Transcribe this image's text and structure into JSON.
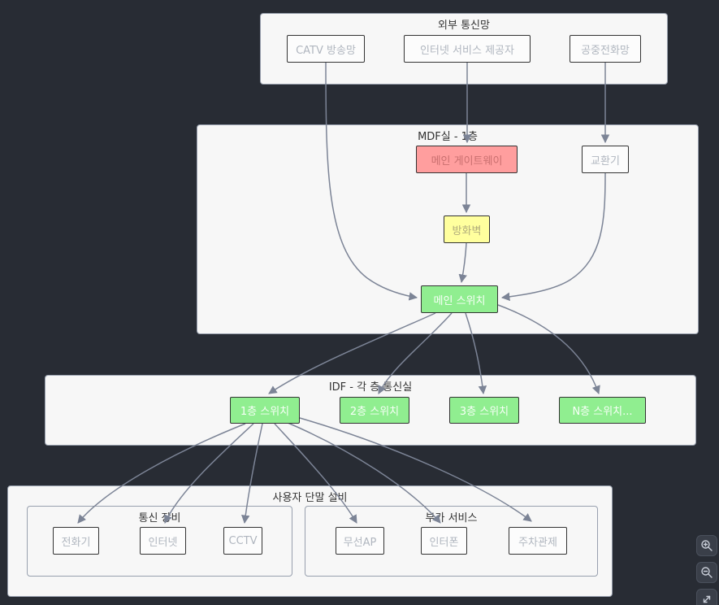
{
  "diagram": {
    "clusters": {
      "external": {
        "title": "외부 통신망"
      },
      "mdf": {
        "title": "MDF실 - 1층"
      },
      "idf": {
        "title": "IDF - 각 층 통신실"
      },
      "user": {
        "title": "사용자 단말 설비"
      },
      "comm": {
        "title": "통신 장비"
      },
      "extra": {
        "title": "부가 서비스"
      }
    },
    "nodes": {
      "catv": {
        "label": "CATV 방송망"
      },
      "isp": {
        "label": "인터넷 서비스 제공자"
      },
      "pstn": {
        "label": "공중전화망"
      },
      "gateway": {
        "label": "메인 게이트웨이"
      },
      "pbx": {
        "label": "교환기"
      },
      "firewall": {
        "label": "방화벽"
      },
      "main_switch": {
        "label": "메인 스위치"
      },
      "sw1": {
        "label": "1층 스위치"
      },
      "sw2": {
        "label": "2층 스위치"
      },
      "sw3": {
        "label": "3층 스위치"
      },
      "swn": {
        "label": "N층 스위치..."
      },
      "phone": {
        "label": "전화기"
      },
      "internet": {
        "label": "인터넷"
      },
      "cctv": {
        "label": "CCTV"
      },
      "ap": {
        "label": "무선AP"
      },
      "intercom": {
        "label": "인터폰"
      },
      "parking": {
        "label": "주차관제"
      }
    },
    "colors": {
      "background": "#282c34",
      "cluster_fill": "#f7f7f7",
      "node_fill": "#fcfcfc",
      "node_border": "#333333",
      "node_text": "#b0b6bf",
      "green_fill": "#90ee90",
      "red_fill": "#ff9e9e",
      "yellow_fill": "#ffff9e",
      "edge": "#7c8496"
    },
    "edges": [
      {
        "from": "catv",
        "to": "main_switch"
      },
      {
        "from": "isp",
        "to": "gateway"
      },
      {
        "from": "pstn",
        "to": "pbx"
      },
      {
        "from": "gateway",
        "to": "firewall"
      },
      {
        "from": "firewall",
        "to": "main_switch"
      },
      {
        "from": "pbx",
        "to": "main_switch"
      },
      {
        "from": "main_switch",
        "to": "sw1"
      },
      {
        "from": "main_switch",
        "to": "sw2"
      },
      {
        "from": "main_switch",
        "to": "sw3"
      },
      {
        "from": "main_switch",
        "to": "swn"
      },
      {
        "from": "sw1",
        "to": "phone"
      },
      {
        "from": "sw1",
        "to": "internet"
      },
      {
        "from": "sw1",
        "to": "cctv"
      },
      {
        "from": "sw1",
        "to": "ap"
      },
      {
        "from": "sw1",
        "to": "intercom"
      },
      {
        "from": "sw1",
        "to": "parking"
      }
    ]
  },
  "controls": {
    "zoom_in_icon": "magnifier-plus",
    "zoom_out_icon": "magnifier-minus",
    "reset_view_icon": "expand-arrows"
  }
}
